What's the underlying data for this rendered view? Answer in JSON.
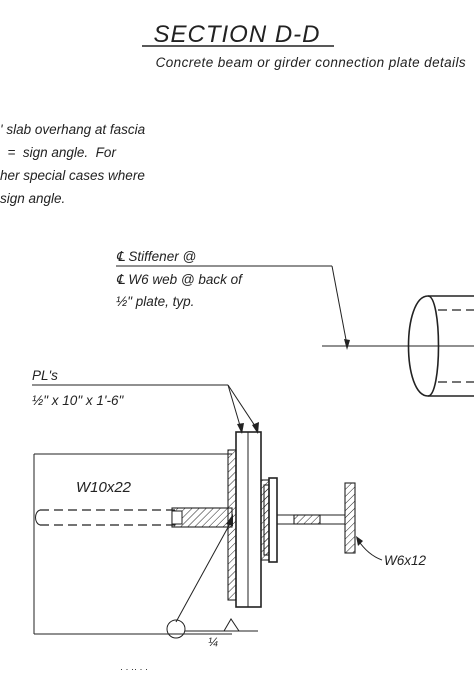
{
  "header": {
    "title": "SECTION D-D",
    "subtitle": "Concrete beam or girder connection plate details"
  },
  "note_lines": [
    "' slab overhang at fascia",
    "  =  sign angle.  For",
    "her special cases where",
    "sign angle."
  ],
  "callout_stiffener": {
    "line1": "℄ Stiffener @",
    "line2": "℄ W6 web @ back of",
    "line3": "½\" plate, typ."
  },
  "callout_plates": {
    "line1": "PL's",
    "line2": "½\" x 10\" x 1'-6\""
  },
  "labels": {
    "beam": "W10x22",
    "tee": "W6x12",
    "weld_size": "¼",
    "bottom_text": "·  · ·· · ·"
  },
  "colors": {
    "ink": "#222222",
    "paper": "#ffffff"
  }
}
